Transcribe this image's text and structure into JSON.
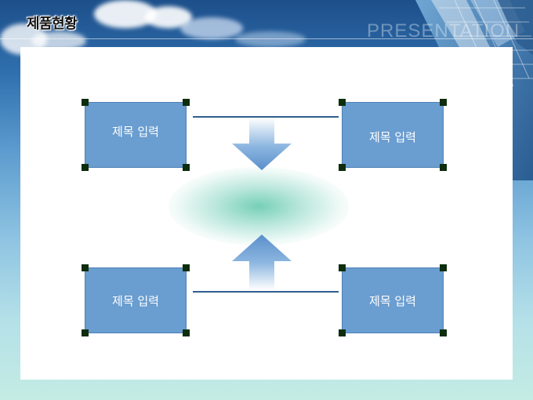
{
  "header": {
    "title": "제품현황",
    "brand_text": "PRESENTATION"
  },
  "boxes": {
    "top_left": {
      "label": "제목 입력"
    },
    "top_right": {
      "label": "제목 입력"
    },
    "bottom_left": {
      "label": "제목 입력"
    },
    "bottom_right": {
      "label": "제목 입력"
    }
  },
  "icons": {
    "down_arrow": "arrow-down-icon",
    "up_arrow": "arrow-up-icon",
    "selection_handle": "selection-handle-icon"
  },
  "colors": {
    "box_fill": "#6a9dd0",
    "connector": "#2e5e90",
    "handle": "#0d2d0d",
    "glow": "#6fcdb4"
  }
}
